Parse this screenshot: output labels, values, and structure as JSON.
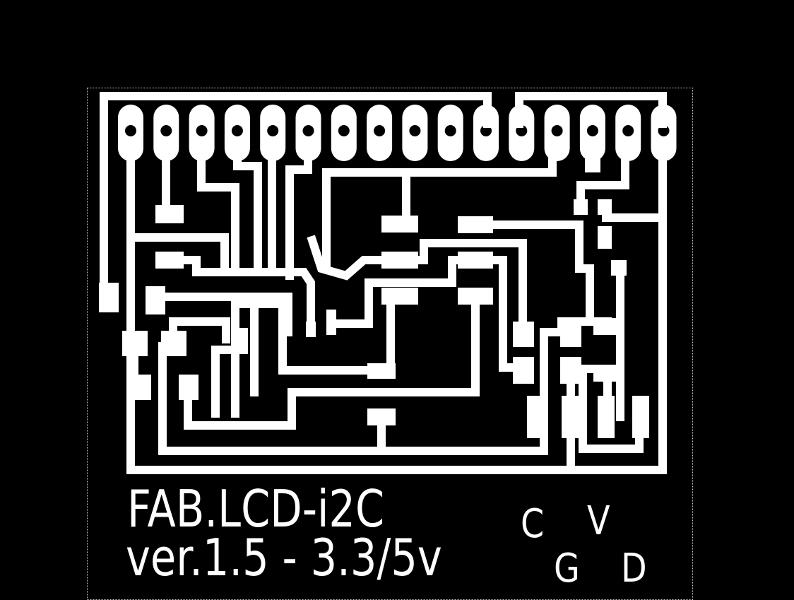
{
  "board": {
    "title": "FAB.LCD-i2C",
    "version": "ver.1.5 - 3.3/5v",
    "pin_labels": [
      "C",
      "V",
      "G",
      "D"
    ],
    "colors": {
      "background": "#000000",
      "copper": "#ffffff",
      "outline": "#c8c8c8"
    }
  }
}
